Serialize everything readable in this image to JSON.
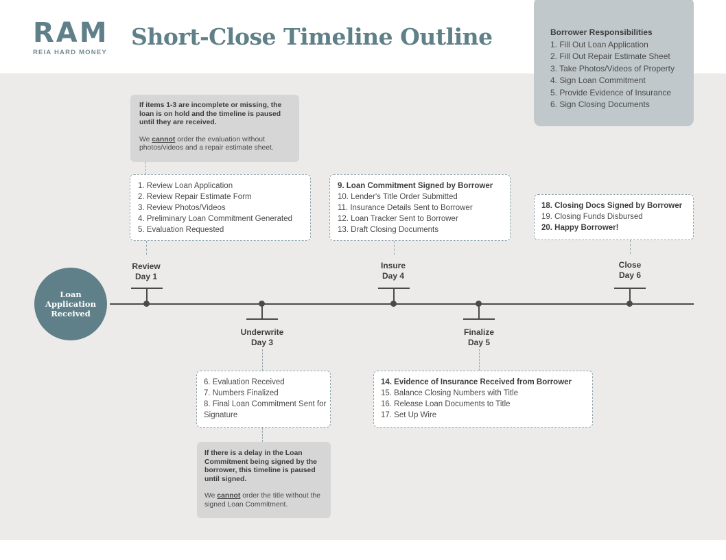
{
  "colors": {
    "accent": "#5f8088",
    "panel": "#c1c8cb",
    "band": "#ecebea",
    "note": "#d6d6d6",
    "line": "#4a4a4a"
  },
  "logo": {
    "mark": "RAM",
    "sub": "REIA HARD MONEY"
  },
  "title": "Short-Close Timeline Outline",
  "responsibilities": {
    "heading": "Borrower Responsibilities",
    "items": [
      "1. Fill Out Loan Application",
      "2. Fill Out Repair Estimate Sheet",
      "3. Take Photos/Videos of Property",
      "4. Sign Loan Commitment",
      "5. Provide Evidence of Insurance",
      "6. Sign Closing Documents"
    ]
  },
  "notes": {
    "top": {
      "bold": "If items 1-3 are incomplete or missing, the loan is on hold and the timeline is paused until they are received.",
      "pre": "We ",
      "emph": "cannot",
      "post": " order the evaluation without photos/videos and a repair estimate sheet."
    },
    "bottom": {
      "bold": "If there is a delay in the Loan Commitment being signed by the borrower, this timeline is paused until signed.",
      "pre": "We ",
      "emph": "cannot",
      "post": " order the title without the signed Loan Commitment."
    }
  },
  "start_node": "Loan Application Received",
  "stages": {
    "review": {
      "name": "Review",
      "day": "Day 1",
      "items": [
        "1. Review Loan Application",
        "2. Review Repair Estimate Form",
        "3. Review Photos/Videos",
        "4. Preliminary Loan Commitment Generated",
        "5. Evaluation Requested"
      ]
    },
    "underwrite": {
      "name": "Underwrite",
      "day": "Day 3",
      "items": [
        "6. Evaluation Received",
        "7. Numbers Finalized",
        "8. Final Loan Commitment Sent for Signature"
      ]
    },
    "insure": {
      "name": "Insure",
      "day": "Day 4",
      "items": [
        "9. Loan Commitment Signed by Borrower",
        "10. Lender's Title Order Submitted",
        "11. Insurance Details Sent to Borrower",
        "12. Loan Tracker Sent to Borrower",
        "13. Draft Closing Documents"
      ]
    },
    "finalize": {
      "name": "Finalize",
      "day": "Day 5",
      "items": [
        "14. Evidence of Insurance Received from Borrower",
        "15. Balance Closing Numbers with Title",
        "16. Release Loan Documents to Title",
        "17. Set Up Wire"
      ]
    },
    "close": {
      "name": "Close",
      "day": "Day 6",
      "items": [
        "18. Closing Docs Signed by Borrower",
        "19. Closing Funds Disbursed",
        "20. Happy Borrower!"
      ]
    }
  }
}
